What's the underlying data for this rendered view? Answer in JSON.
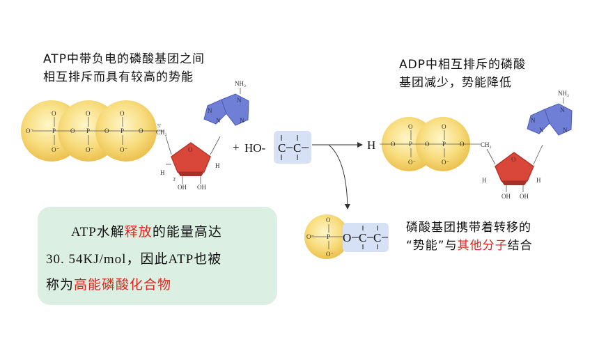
{
  "top_left_text": [
    "ATP中带负电的磷酸基团之间",
    "相互排斥而具有较高的势能"
  ],
  "top_right_text": [
    "ADP中相互排斥的磷酸",
    "基团减少，势能降低"
  ],
  "bottom_right_text": {
    "line1": "磷酸基团携带着转移的",
    "line2_prefix": "“势能”与",
    "line2_highlight": "其他分子",
    "line2_suffix": "结合"
  },
  "note": {
    "line1_prefix": "ATP水解",
    "line1_highlight": "释放",
    "line1_suffix": "的能量高达",
    "line2": "30. 54KJ/mol，因此ATP也被",
    "line3_prefix": "称为",
    "line3_highlight": "高能磷酸化合物"
  },
  "molecule_labels": {
    "O": "O",
    "O_minus": "O⁻",
    "P": "P",
    "CH2": "CH₂",
    "NH2": "NH₂",
    "N": "N",
    "OH": "OH",
    "H": "H",
    "C5": "5'",
    "C3": "3'",
    "plus": "+",
    "HO": "HO-",
    "C": "C",
    "H_left": "H"
  },
  "colors": {
    "phosphate_fill": "#f5d56b",
    "ribose": "#d9463a",
    "adenine": "#6f7fd6",
    "acceptor_box": "#d6e1f5",
    "note_bg": "#dcefe3",
    "highlight": "#e0261c"
  }
}
